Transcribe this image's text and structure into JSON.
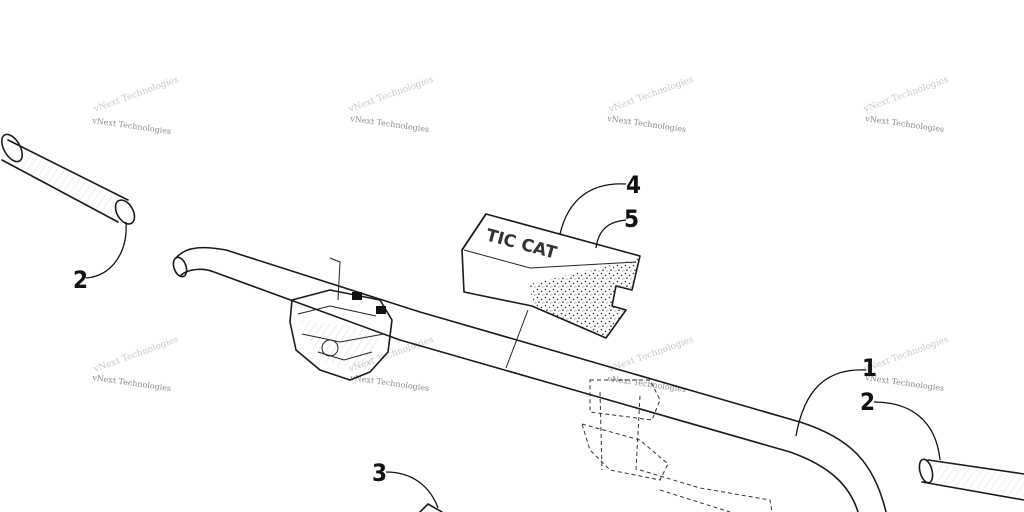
{
  "callouts": [
    {
      "key": "handlebar",
      "label": "1"
    },
    {
      "key": "grip-left",
      "label": "2"
    },
    {
      "key": "grip-right",
      "label": "2"
    },
    {
      "key": "throttle",
      "label": "3"
    },
    {
      "key": "pad-cover",
      "label": "4"
    },
    {
      "key": "pad-foam",
      "label": "5"
    }
  ],
  "watermark": "vNext Technologies",
  "pad_text": "TIC CAT",
  "colors": {
    "line": "#1a1a1a",
    "watermark": "#8a8a8a",
    "background": "#ffffff"
  }
}
